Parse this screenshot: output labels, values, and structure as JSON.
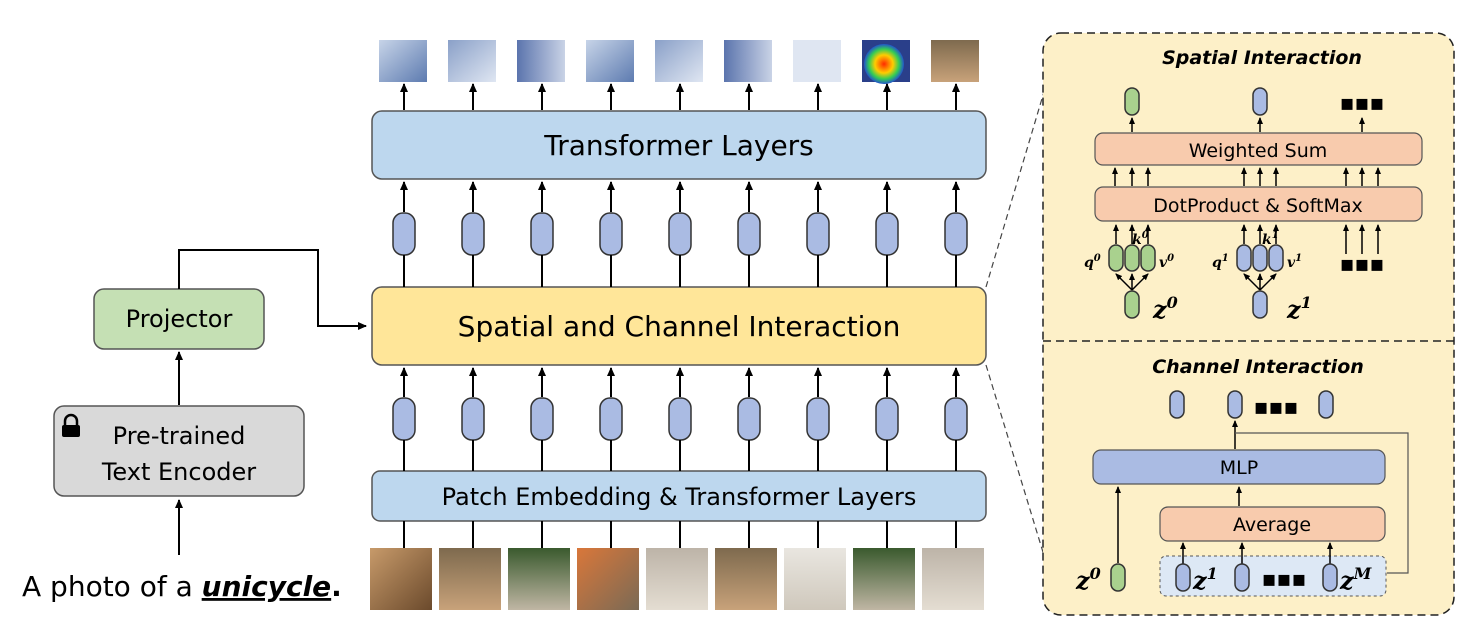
{
  "left": {
    "text_encoder": {
      "line1": "Pre-trained",
      "line2": "Text Encoder"
    },
    "projector": "Projector",
    "caption": {
      "prefix": "A photo of a ",
      "word": "unicycle",
      "suffix": "."
    }
  },
  "main": {
    "transformer_layers": "Transformer Layers",
    "interaction": "Spatial and Channel Interaction",
    "patch_embedding": "Patch Embedding & Transformer Layers"
  },
  "spatial_panel": {
    "title": "Spatial Interaction",
    "weighted_sum": "Weighted Sum",
    "dot_softmax": "DotProduct & SoftMax",
    "labels": {
      "q0": "q",
      "k0": "k",
      "v0": "v",
      "q1": "q",
      "k1": "k",
      "v1": "v",
      "z0": "z",
      "z1": "z"
    },
    "sup": {
      "q0": "0",
      "k0": "0",
      "v0": "0",
      "q1": "1",
      "k1": "1",
      "v1": "1",
      "z0": "0",
      "z1": "1"
    },
    "ellipsis": "▪▪▪"
  },
  "channel_panel": {
    "title": "Channel Interaction",
    "mlp": "MLP",
    "average": "Average",
    "labels": {
      "z0": "z",
      "z1": "z",
      "zM": "z"
    },
    "sup": {
      "z0": "0",
      "z1": "1",
      "zM": "M"
    },
    "ellipsis": "▪▪▪"
  },
  "colors": {
    "blue_box": "#bdd7ee",
    "yellow_box": "#ffe699",
    "green_box": "#c5e0b4",
    "gray_box": "#d9d9d9",
    "salmon_box": "#f8cbad",
    "token_blue": "#aabbe3",
    "token_green": "#a9d18e",
    "panel_bg": "#fdf0c8"
  },
  "icons": {
    "lock": "lock-icon"
  }
}
